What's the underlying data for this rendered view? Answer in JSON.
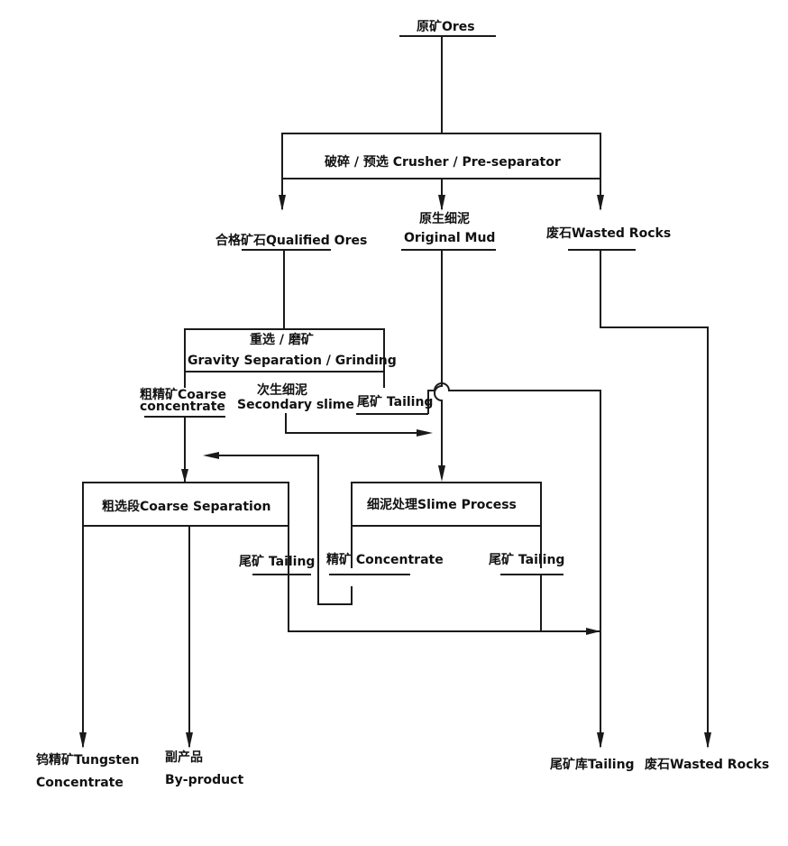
{
  "nodes": {
    "ores": "原矿Ores",
    "crusher": "破碎 / 预选  Crusher / Pre-separator",
    "original_mud_cn": "原生细泥",
    "original_mud_en": "Original Mud",
    "qualified_ores": "合格矿石Qualified Ores",
    "wasted_rocks_top": "废石Wasted Rocks",
    "gravity_cn": "重选 / 磨矿",
    "gravity_en": "Gravity Separation / Grinding",
    "coarse_conc_1": "粗精矿Coarse",
    "coarse_conc_2": "concentrate",
    "secondary_slime_1": "次生细泥",
    "secondary_slime_2": "Secondary slime",
    "tailing_gravity": "尾矿 Tailing",
    "coarse_separation": "粗选段Coarse Separation",
    "slime_process": "细泥处理Slime Process",
    "tailing_coarse": "尾矿 Tailing",
    "concentrate_slime": "精矿 Concentrate",
    "tailing_slime": "尾矿 Tailing",
    "tungsten_1": "钨精矿Tungsten",
    "tungsten_2": "Concentrate",
    "byproduct_1": "副产品",
    "byproduct_2": "By-product",
    "tailing_pond": "尾矿库Tailing",
    "wasted_rocks_bottom": "废石Wasted Rocks"
  },
  "colors": {
    "line": "#1a1a1a",
    "text": "#111111",
    "background": "#ffffff"
  }
}
